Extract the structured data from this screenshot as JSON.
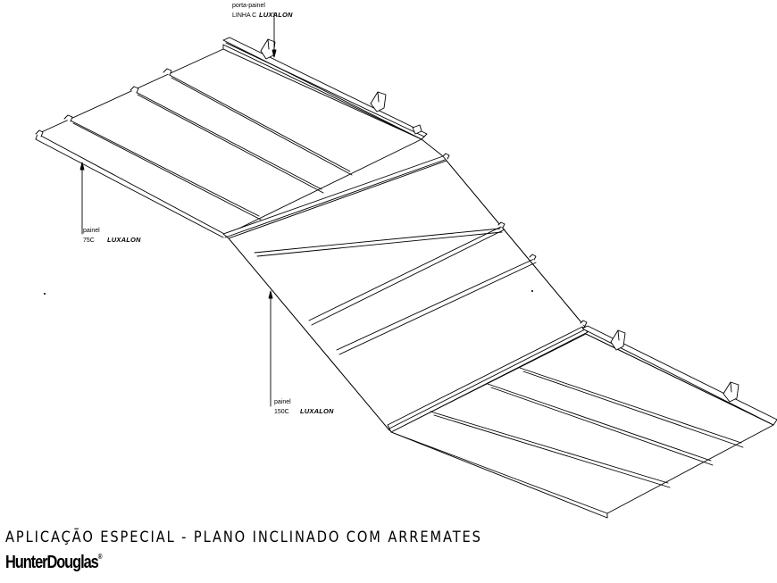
{
  "labels": {
    "porta_painel": {
      "line1": "porta-painel",
      "line2_prefix": "LINHA C",
      "brand": "LUXALON"
    },
    "painel_75c": {
      "line1": "painel",
      "line2_prefix": "75C",
      "brand": "LUXALON"
    },
    "painel_150c": {
      "line1": "painel",
      "line2_prefix": "150C",
      "brand": "LUXALON"
    }
  },
  "caption": "APLICAÇÃO ESPECIAL - PLANO INCLINADO COM ARREMATES",
  "logo": {
    "text": "HunterDouglas",
    "mark": "®"
  }
}
